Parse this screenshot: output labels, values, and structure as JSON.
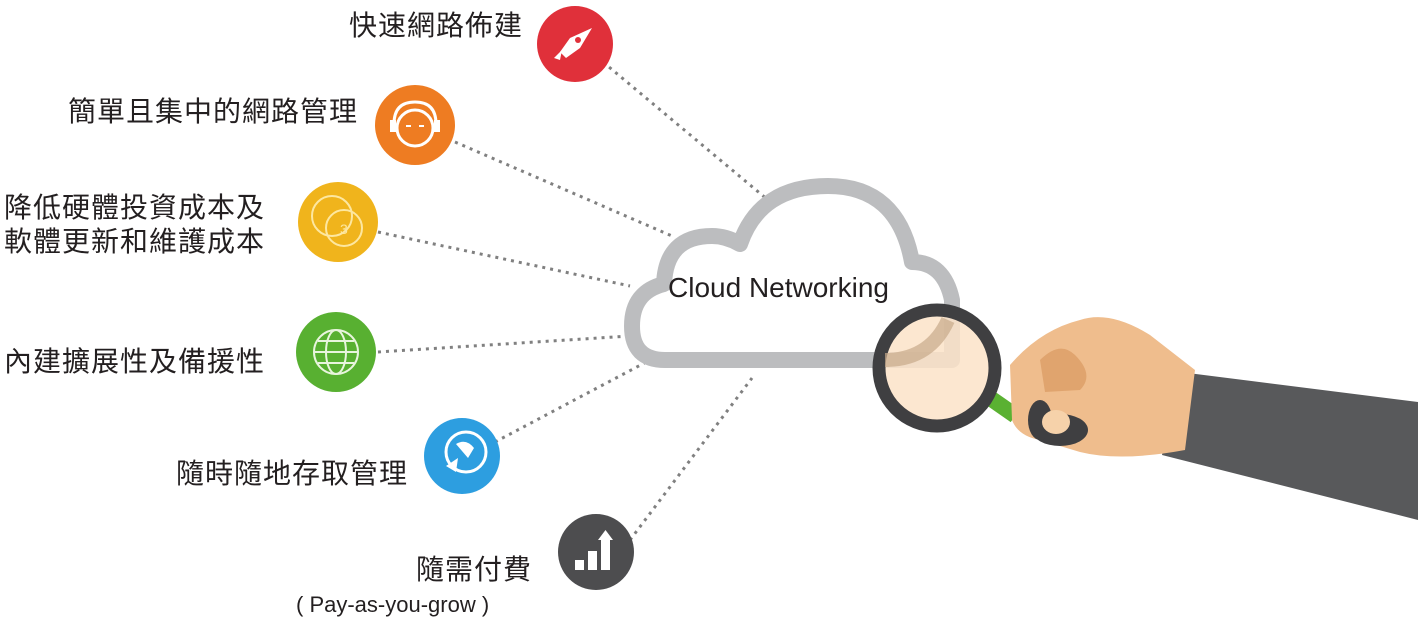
{
  "center": {
    "title": "Cloud Networking",
    "icon": "cloud-icon"
  },
  "features": [
    {
      "label": "快速網路佈建",
      "icon": "rocket-icon",
      "color": "#e0303a"
    },
    {
      "label": "簡單且集中的網路管理",
      "icon": "headset-support-icon",
      "color": "#ee7c22"
    },
    {
      "label_line1": "降低硬體投資成本及",
      "label_line2": "軟體更新和維護成本",
      "icon": "coins-icon",
      "color": "#f0b41c"
    },
    {
      "label": "內建擴展性及備援性",
      "icon": "globe-network-icon",
      "color": "#58b031"
    },
    {
      "label": "隨時隨地存取管理",
      "icon": "globe-cursor-icon",
      "color": "#2d9ee0"
    },
    {
      "label": "隨需付費",
      "sublabel": "( Pay-as-you-grow )",
      "icon": "growth-chart-icon",
      "color": "#4d4d4f"
    }
  ],
  "illustration": {
    "icon": "hand-magnifier-icon",
    "colors": {
      "sleeve": "#58595b",
      "skin": "#efbd8d",
      "skin_shade": "#e0a46e",
      "lens_rim": "#3f3f41",
      "lens": "#fbe3c8",
      "handle": "#5ab132",
      "cloud_outline": "#bcbdbf",
      "connector": "#808080"
    }
  }
}
